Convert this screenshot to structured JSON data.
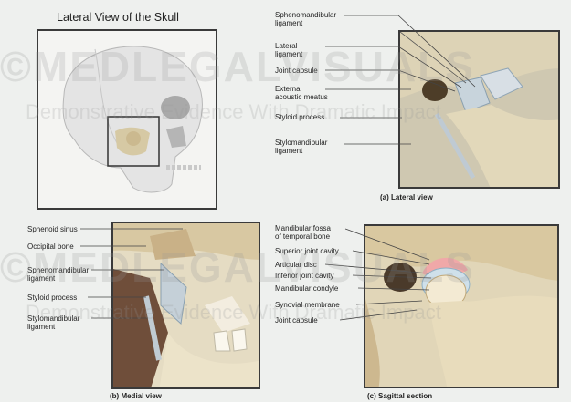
{
  "lateral_skull": {
    "title": "Lateral View of the Skull"
  },
  "panel_a": {
    "caption": "(a) Lateral view",
    "labels": [
      "Sphenomandibular\nligament",
      "Lateral\nligament",
      "Joint capsule",
      "External\nacoustic meatus",
      "Styloid process",
      "Stylomandibular\nligament"
    ]
  },
  "panel_b": {
    "caption": "(b) Medial view",
    "labels": [
      "Sphenoid sinus",
      "Occipital bone",
      "Sphenomandibular\nligament",
      "Styloid process",
      "Stylomandibular\nligament"
    ]
  },
  "panel_c": {
    "caption": "(c) Sagittal section",
    "labels": [
      "Mandibular fossa\nof temporal bone",
      "Superior joint cavity",
      "Articular disc",
      "Inferior joint cavity",
      "Mandibular condyle",
      "Synovial membrane",
      "Joint capsule"
    ]
  },
  "watermark": {
    "main": "©MEDLEGALVISUALS",
    "sub": "Demonstrative Evidence With Dramatic Impact"
  }
}
